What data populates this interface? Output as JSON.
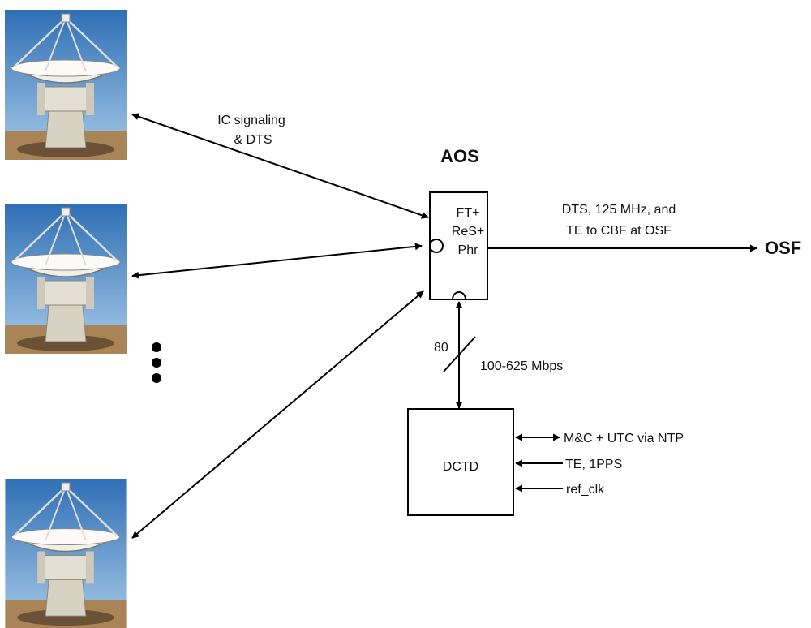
{
  "labels": {
    "aos": "AOS",
    "osf": "OSF",
    "ic_line1": "IC signaling",
    "ic_line2": "& DTS",
    "frontend_line1": "FT+",
    "frontend_line2": "ReS+",
    "frontend_line3": "Phr",
    "out_line1": "DTS, 125 MHz, and",
    "out_line2": "TE to CBF at OSF",
    "bus_width": "80",
    "bus_rate": "100-625 Mbps",
    "dctd": "DCTD",
    "mc_input": "M&C + UTC via NTP",
    "te_input": "TE, 1PPS",
    "ref_input": "ref_clk"
  },
  "antennas": [
    {
      "id": "antenna-1"
    },
    {
      "id": "antenna-2"
    },
    {
      "id": "antenna-n"
    }
  ],
  "colors": {
    "line": "#000000",
    "sky_top": "#2f6fb5",
    "sky_bottom": "#9fc3e6",
    "ground": "#b48a5a",
    "structure": "#e6e1d6"
  }
}
